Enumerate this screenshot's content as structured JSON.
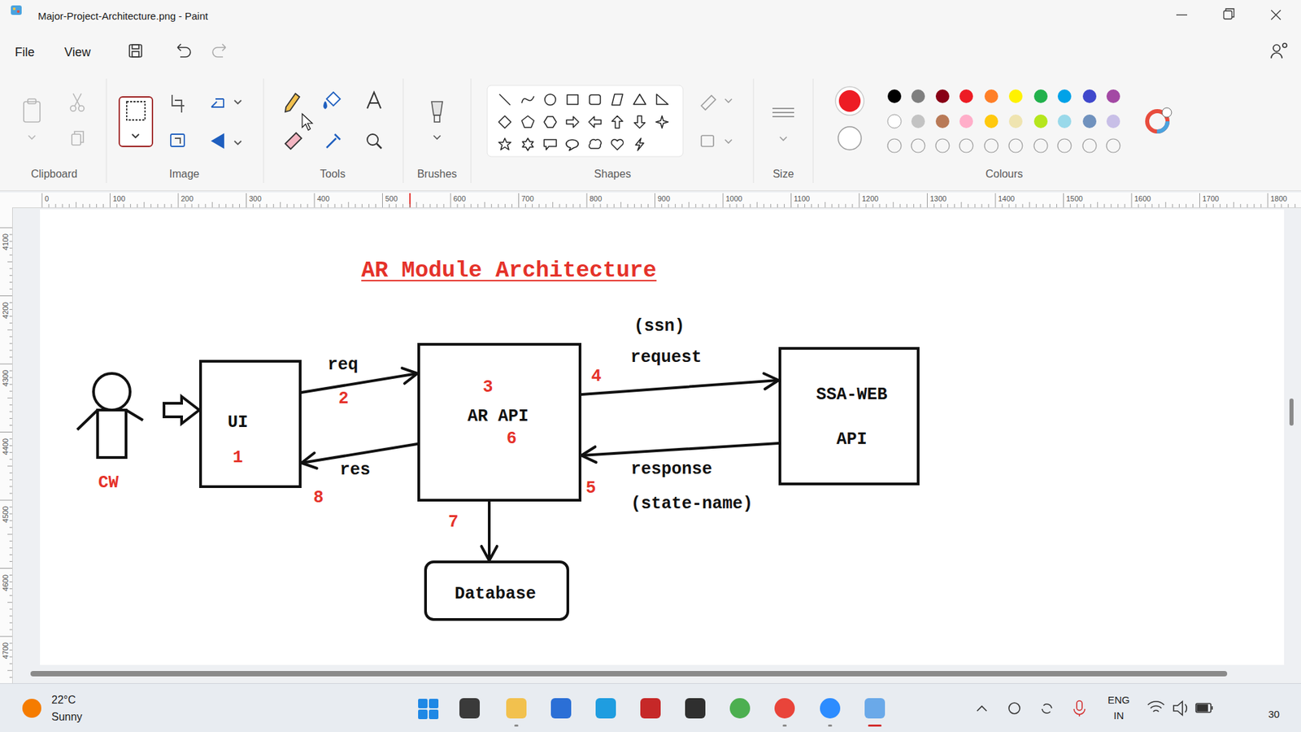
{
  "diagram": {
    "title": "AR Module Architecture",
    "nodes": [
      {
        "text": [
          "UI",
          "1"
        ]
      },
      {
        "text": [
          "3",
          "AR API",
          "6"
        ]
      },
      {
        "text": [
          "SSA-WEB",
          "API"
        ]
      },
      {
        "text": [
          "Database"
        ]
      }
    ],
    "edges": [
      {
        "from": 0,
        "to": 1,
        "arrow": "to",
        "label": "req"
      },
      {
        "from": 1,
        "to": 0,
        "arrow": "to",
        "label": "res"
      },
      {
        "from": 1,
        "to": 2,
        "arrow": "to",
        "label": "request"
      },
      {
        "from": 2,
        "to": 1,
        "arrow": "to",
        "label": "response"
      },
      {
        "from": 1,
        "to": 3,
        "arrow": "to"
      }
    ],
    "labels": [
      "Major-Project-Architecture.png - Paint",
      "File",
      "View",
      "Clipboard",
      "Image",
      "Tools",
      "Brushes",
      "Shapes",
      "Size",
      "Colours",
      "0",
      "100",
      "200",
      "300",
      "400",
      "500",
      "600",
      "700",
      "800",
      "900",
      "1000",
      "1100",
      "1200",
      "1300",
      "1400",
      "1500",
      "1600",
      "1700",
      "1800",
      "4100",
      "4200",
      "4300",
      "4400",
      "4500",
      "4600",
      "4700",
      "CW",
      "2",
      "8",
      "(ssn)",
      "4",
      "5",
      "(state-name)",
      "7",
      "22°C",
      "Sunny",
      "ENG",
      "IN",
      "30"
    ]
  }
}
